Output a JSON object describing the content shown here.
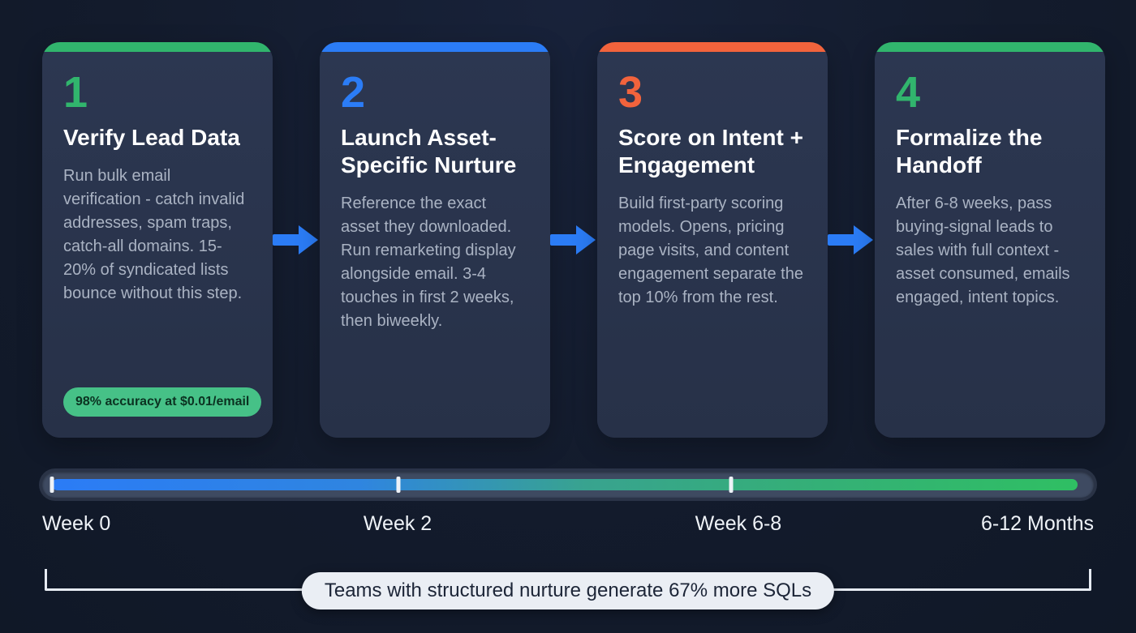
{
  "colors": {
    "green": "#31b56d",
    "blue": "#2b7cf6",
    "orange": "#f2633c",
    "badge_bg": "#46c187",
    "badge_text": "#0b3221"
  },
  "steps": [
    {
      "number": "1",
      "accent_color": "#31b56d",
      "title": "Verify Lead Data",
      "body": "Run bulk email verification - catch invalid addresses, spam traps, catch-all domains. 15-20% of syndicated lists bounce without this step.",
      "badge": "98% accuracy at $0.01/email"
    },
    {
      "number": "2",
      "accent_color": "#2b7cf6",
      "title": "Launch Asset-Specific Nurture",
      "body": "Reference the exact asset they downloaded. Run remarketing display alongside email. 3-4 touches in first 2 weeks, then biweekly."
    },
    {
      "number": "3",
      "accent_color": "#f2633c",
      "title": "Score on Intent + Engagement",
      "body": "Build first-party scoring models. Opens, pricing page visits, and content engagement separate the top 10% from the rest."
    },
    {
      "number": "4",
      "accent_color": "#31b56d",
      "title": "Formalize the Handoff",
      "body": "After 6-8 weeks, pass buying-signal leads to sales with full context - asset consumed, emails engaged, intent topics."
    }
  ],
  "timeline": {
    "labels": [
      "Week 0",
      "Week 2",
      "Week 6-8",
      "6-12 Months"
    ]
  },
  "footer": {
    "banner": "Teams with structured nurture generate 67% more SQLs"
  }
}
